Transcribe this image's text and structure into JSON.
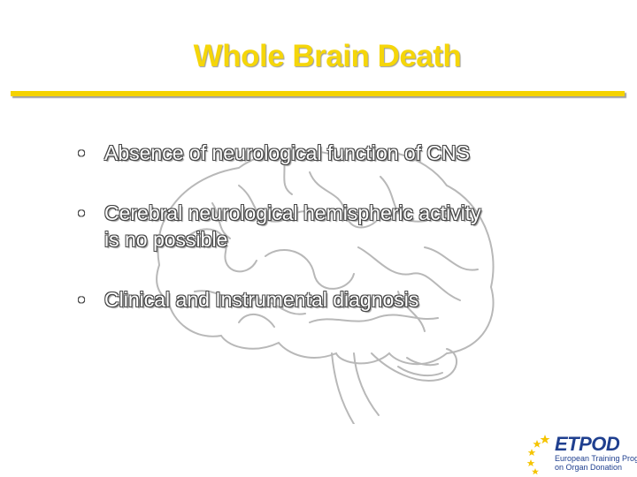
{
  "slide": {
    "title": "Whole Brain Death",
    "bullets": [
      {
        "line1": "Absence of neurological function of CNS",
        "line2": ""
      },
      {
        "line1": "Cerebral neurological hemispheric activity",
        "line2": "is no possible"
      },
      {
        "line1": "Clinical and Instrumental diagnosis",
        "line2": ""
      }
    ]
  },
  "logo": {
    "name": "ETPOD",
    "subtitle_line1": "European Training Program",
    "subtitle_line2": "on Organ Donation"
  },
  "colors": {
    "title": "#f5d60a",
    "rule": "#f5d300",
    "logo_blue": "#1f3f8f",
    "logo_star": "#f5c400"
  },
  "icons": {
    "background": "brain-illustration",
    "logo_mark": "star-arc-icon"
  }
}
